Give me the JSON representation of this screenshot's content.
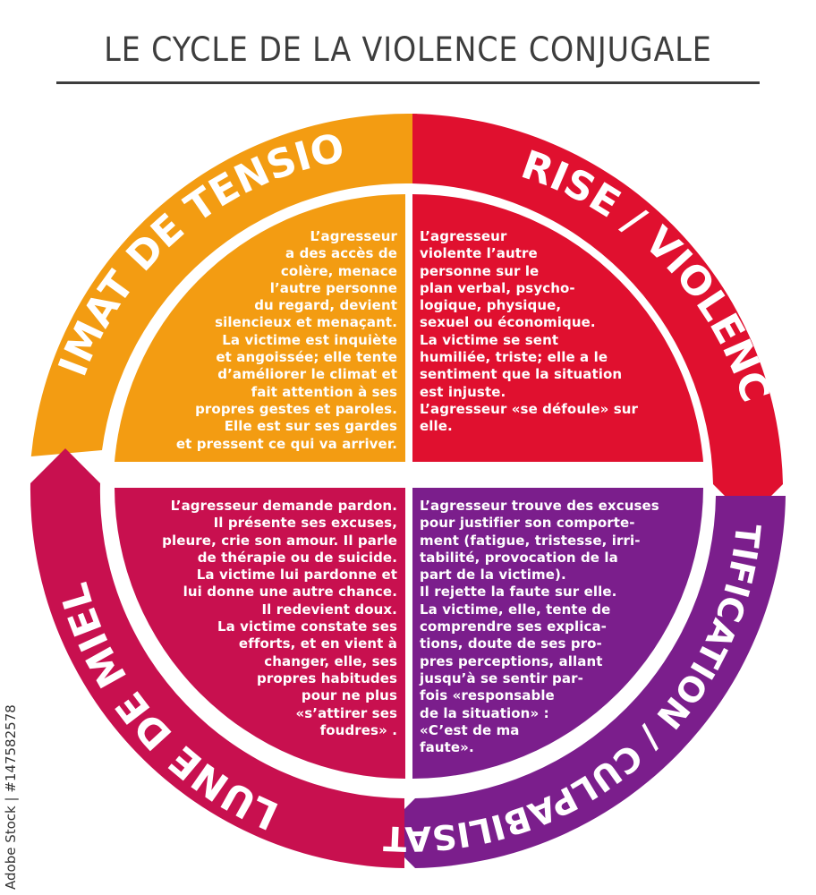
{
  "title": "LE CYCLE DE LA VIOLENCE CONJUGALE",
  "colors": {
    "tension": "#F39C12",
    "crise": "#E0102F",
    "justification": "#7B1E8C",
    "lune": "#C8104F"
  },
  "phases": [
    {
      "label": "CLIMAT DE TENSION",
      "text": "L’agresseur\na des accès de\ncolère, menace\nl’autre personne\ndu regard, devient\nsilencieux et menaçant.\nLa victime est inquiète\net angoissée; elle tente\nd’améliorer le climat et\nfait attention à ses\npropres gestes et paroles.\nElle est sur ses gardes\net pressent ce qui va arriver."
    },
    {
      "label": "CRISE / VIOLENCE",
      "text": "L’agresseur\nviolente l’autre\npersonne sur le\nplan verbal, psycho-\nlogique, physique,\nsexuel ou économique.\nLa victime se sent\nhumiliée, triste; elle a le\nsentiment que la situation\nest injuste.\nL’agresseur «se défoule» sur\nelle."
    },
    {
      "label": "JUSTIFICATION / CULPABILISATION",
      "text": "L’agresseur trouve des excuses\npour justifier son comporte-\nment (fatigue,  tristesse, irri-\ntabilité, provocation de la\npart de la victime).\nIl rejette la faute sur elle.\nLa victime, elle, tente de\ncomprendre ses explica-\ntions, doute de ses pro-\npres perceptions, allant\njusqu’à se sentir par-\nfois «responsable\nde la situation» :\n«C’est de ma\nfaute»."
    },
    {
      "label": "«LUNE DE MIEL»",
      "text": "L’agresseur demande pardon.\nIl présente ses excuses,\npleure, crie son amour. Il parle\nde thérapie ou de suicide.\nLa victime lui pardonne et\nlui donne une autre chance.\nIl redevient doux.\nLa victime constate ses\nefforts, et en vient à\nchanger, elle, ses\npropres habitudes\npour ne plus\n«s’attirer ses\nfoudres» ."
    }
  ],
  "stock_id": "Adobe Stock | #147582578"
}
